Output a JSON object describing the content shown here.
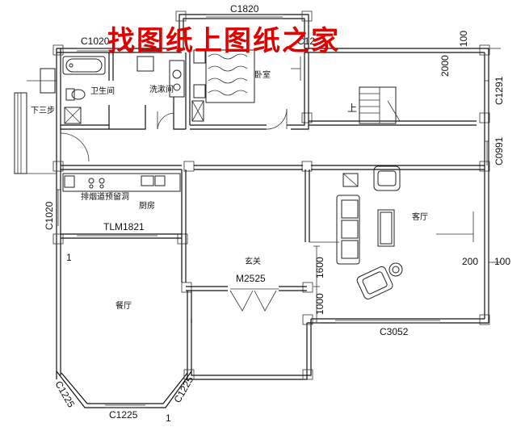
{
  "watermark": "找图纸上图纸之家",
  "labels": {
    "c1820": "C1820",
    "c1020_top": "C1020",
    "c12_top": "C12",
    "dim_2000_top": "2000",
    "dim_100_top": "100",
    "c1291": "C1291",
    "c0991": "C0991",
    "bathroom": "卫生间",
    "wash": "洗漱间",
    "bedroom": "卧室",
    "down_steps": "下三步",
    "up": "上",
    "c1020_left": "C1020",
    "smoke_duct": "排烟道预留洞",
    "kitchen": "厨房",
    "tlm1821": "TLM1821",
    "entry": "玄关",
    "m2525": "M2525",
    "dim_1600": "1600",
    "dim_1000": "1000",
    "living": "客厅",
    "dim_200": "200",
    "dim_100": "100",
    "dining": "餐厅",
    "c3052": "C3052",
    "c1225_left": "C1225",
    "c1225_bottom": "C1225",
    "c1225_right": "C1225",
    "mark_1_left": "1",
    "mark_1_bottom": "1"
  }
}
